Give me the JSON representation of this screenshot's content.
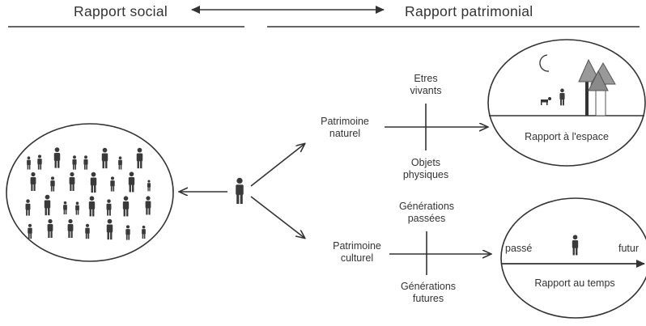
{
  "header": {
    "left_title": "Rapport social",
    "right_title": "Rapport patrimonial"
  },
  "branches": {
    "natural": {
      "label_line1": "Patrimoine",
      "label_line2": "naturel",
      "axis_top_line1": "Etres",
      "axis_top_line2": "vivants",
      "axis_bottom_line1": "Objets",
      "axis_bottom_line2": "physiques"
    },
    "cultural": {
      "label_line1": "Patrimoine",
      "label_line2": "culturel",
      "axis_top_line1": "Générations",
      "axis_top_line2": "passées",
      "axis_bottom_line1": "Générations",
      "axis_bottom_line2": "futures"
    }
  },
  "circles": {
    "space": {
      "caption": "Rapport à l'espace"
    },
    "time": {
      "caption": "Rapport au temps",
      "past": "passé",
      "future": "futur"
    }
  },
  "colors": {
    "ink": "#333333",
    "person": "#3a3a3a",
    "tree": "#8a8a8a"
  }
}
